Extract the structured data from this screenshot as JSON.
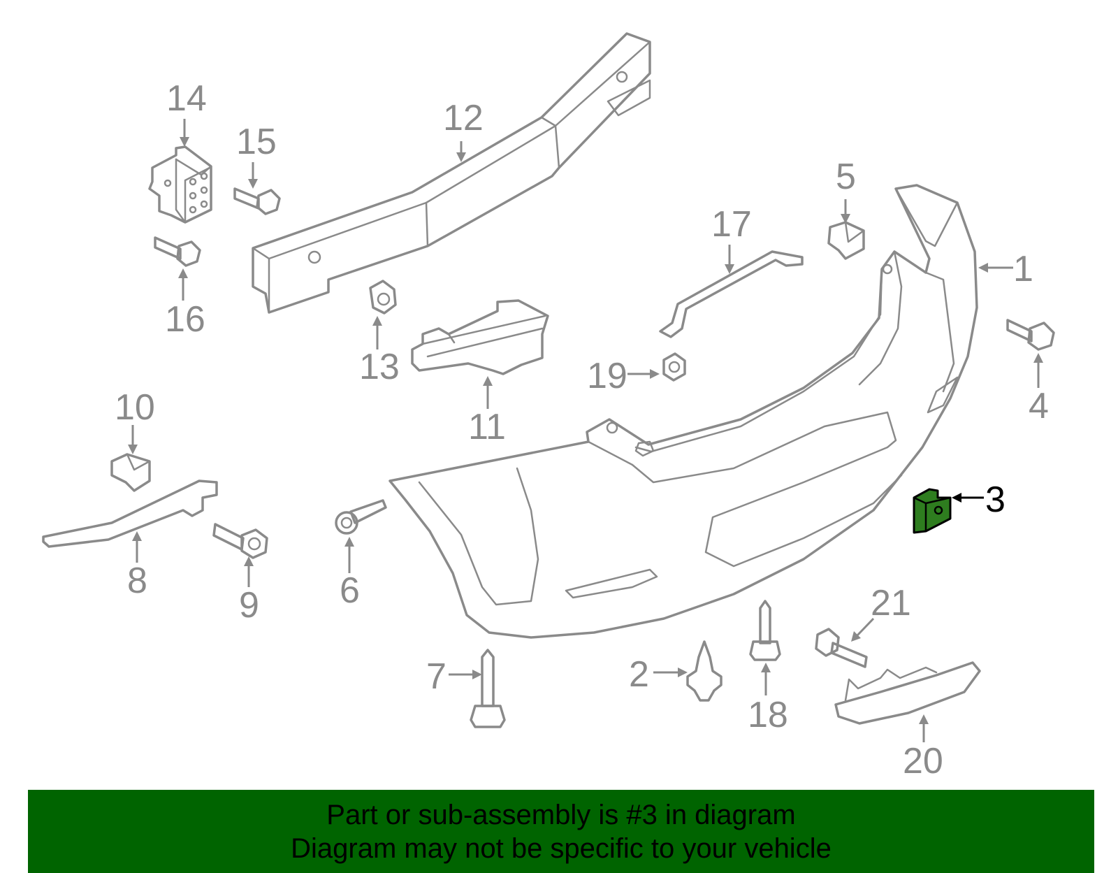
{
  "highlight_color": "#2e7d1f",
  "banner_color": "#006400",
  "callouts": [
    {
      "id": "1",
      "label": "1"
    },
    {
      "id": "2",
      "label": "2"
    },
    {
      "id": "3",
      "label": "3",
      "highlighted": true
    },
    {
      "id": "4",
      "label": "4"
    },
    {
      "id": "5",
      "label": "5"
    },
    {
      "id": "6",
      "label": "6"
    },
    {
      "id": "7",
      "label": "7"
    },
    {
      "id": "8",
      "label": "8"
    },
    {
      "id": "9",
      "label": "9"
    },
    {
      "id": "10",
      "label": "10"
    },
    {
      "id": "11",
      "label": "11"
    },
    {
      "id": "12",
      "label": "12"
    },
    {
      "id": "13",
      "label": "13"
    },
    {
      "id": "14",
      "label": "14"
    },
    {
      "id": "15",
      "label": "15"
    },
    {
      "id": "16",
      "label": "16"
    },
    {
      "id": "17",
      "label": "17"
    },
    {
      "id": "18",
      "label": "18"
    },
    {
      "id": "19",
      "label": "19"
    },
    {
      "id": "20",
      "label": "20"
    },
    {
      "id": "21",
      "label": "21"
    }
  ],
  "banner": {
    "line1": "Part or sub-assembly is #3 in diagram",
    "line2": "Diagram may not be specific to your vehicle"
  }
}
